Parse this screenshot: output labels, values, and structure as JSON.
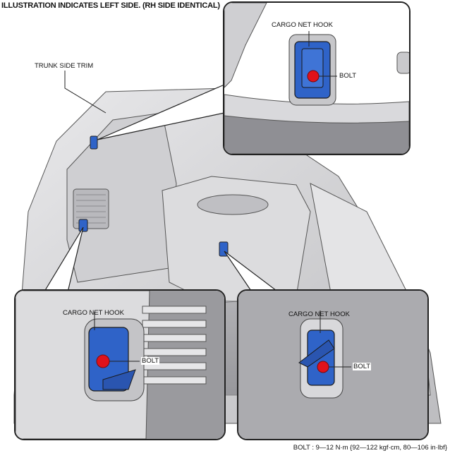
{
  "title": "ILLUSTRATION INDICATES LEFT SIDE. (RH SIDE IDENTICAL)",
  "labels": {
    "trunk_side_trim": "TRUNK SIDE TRIM",
    "top_cargo_net_hook": "CARGO NET HOOK",
    "top_bolt": "BOLT",
    "left_cargo_net_hook": "CARGO NET HOOK",
    "left_bolt": "BOLT",
    "right_cargo_net_hook": "CARGO NET HOOK",
    "right_bolt": "BOLT"
  },
  "footer": "BOLT : 9—12 N·m {92—122 kgf·cm, 80—106 in·lbf}",
  "colors": {
    "hook_blue": "#2f63c8",
    "bolt_red": "#e0121b",
    "trim_grey": "#d6d6d8",
    "outline": "#333333"
  }
}
